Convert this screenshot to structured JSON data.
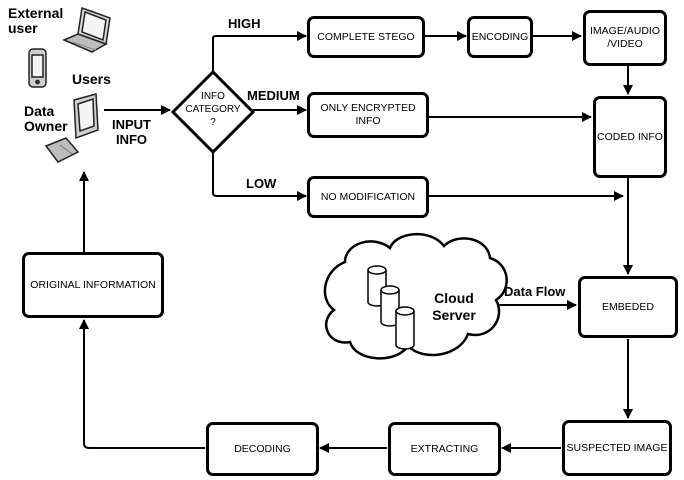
{
  "colors": {
    "stroke": "#000000",
    "fill": "#ffffff"
  },
  "actors": {
    "external_user": "External\nuser",
    "users": "Users",
    "data_owner": "Data\nOwner"
  },
  "input_label": "INPUT\nINFO",
  "decision": "INFO\nCATEGORY\n?",
  "branches": {
    "high": "HIGH",
    "medium": "MEDIUM",
    "low": "LOW"
  },
  "boxes": {
    "complete_stego": "COMPLETE STEGO",
    "encoding": "ENCODING",
    "media": "IMAGE/AUDIO\n/VIDEO",
    "only_encrypted": "ONLY ENCRYPTED\nINFO",
    "coded_info": "CODED INFO",
    "no_modification": "NO MODIFICATION",
    "embeded": "EMBEDED",
    "suspected_image": "SUSPECTED IMAGE",
    "extracting": "EXTRACTING",
    "decoding": "DECODING",
    "original_information": "ORIGINAL INFORMATION"
  },
  "cloud": {
    "label": "Cloud\nServer",
    "flow": "Data Flow"
  },
  "icons": [
    "laptop-icon",
    "mobile-phone-icon",
    "desktop-computer-icon",
    "database-icon"
  ]
}
